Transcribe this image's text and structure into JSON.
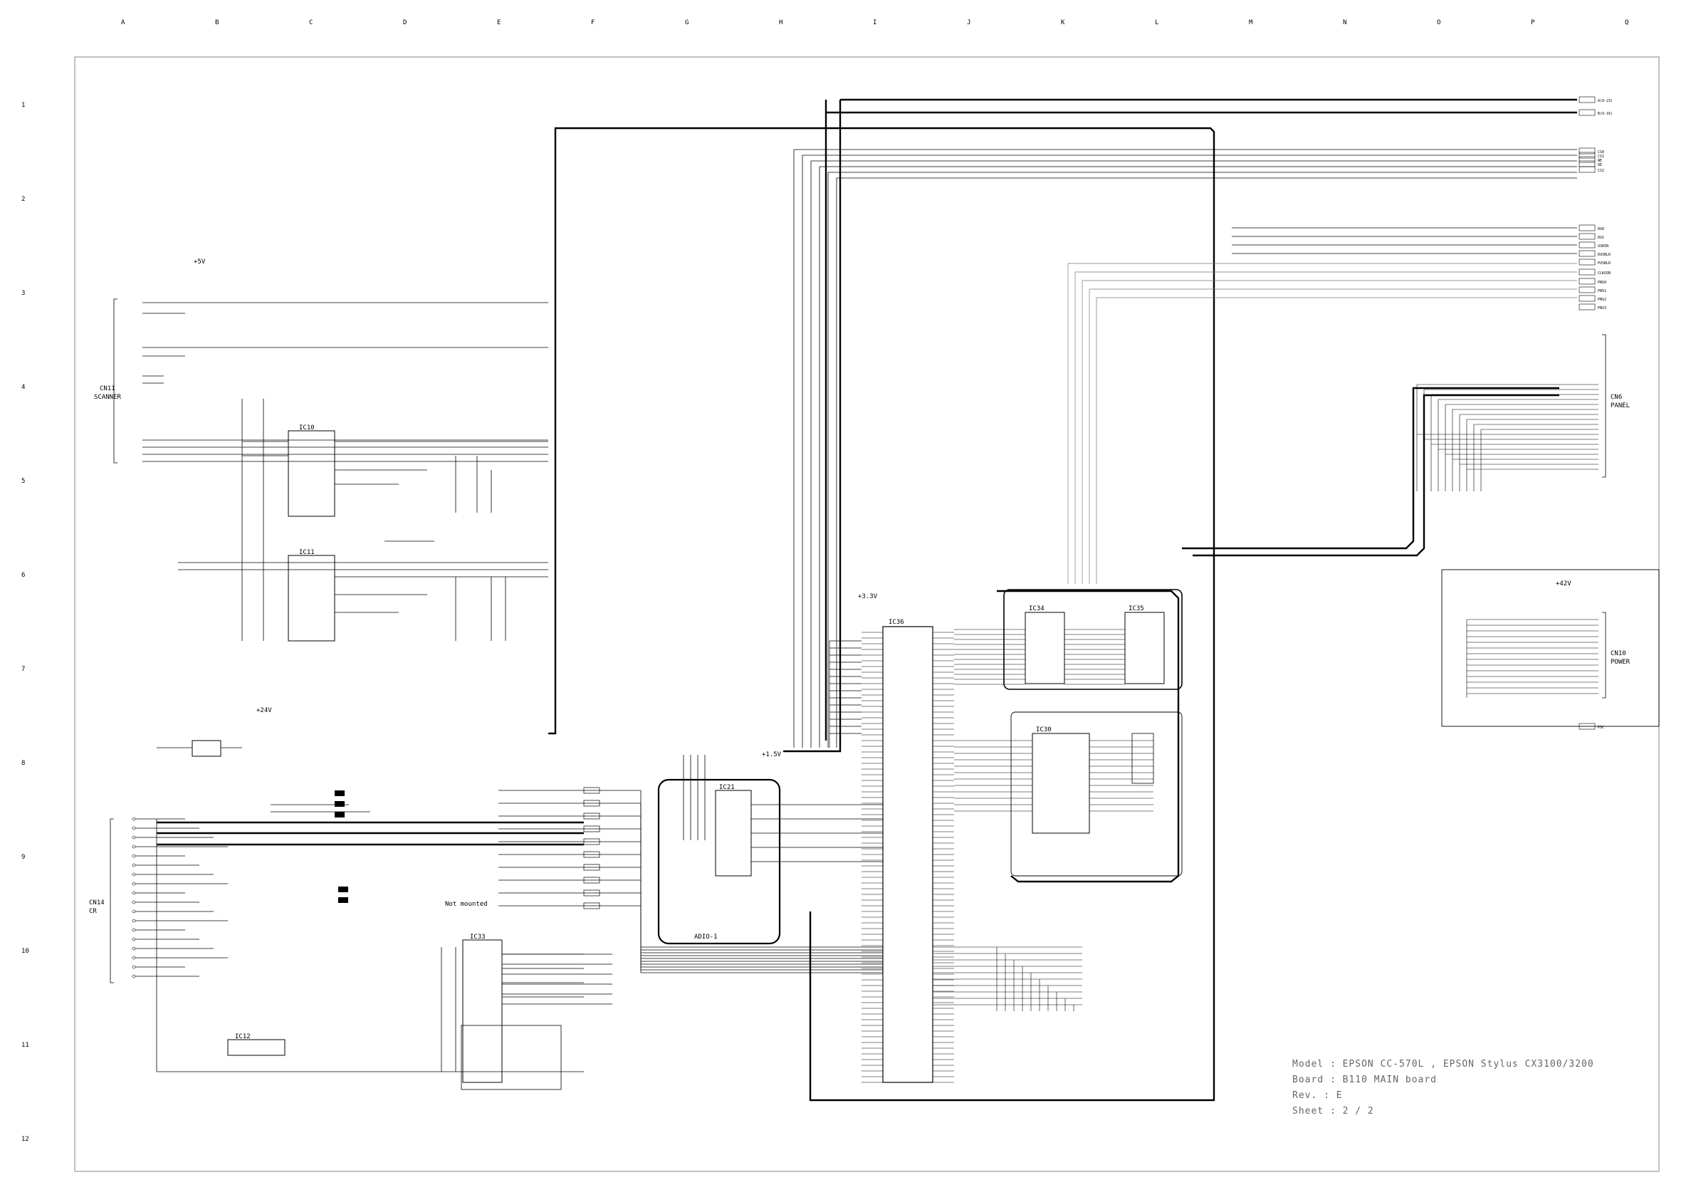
{
  "grid": {
    "columns": [
      "A",
      "B",
      "C",
      "D",
      "E",
      "F",
      "G",
      "H",
      "I",
      "J",
      "K",
      "L",
      "M",
      "N",
      "O",
      "P",
      "Q"
    ],
    "rows": [
      "1",
      "2",
      "3",
      "4",
      "5",
      "6",
      "7",
      "8",
      "9",
      "10",
      "11",
      "12"
    ]
  },
  "title_block": {
    "model": "Model : EPSON CC-570L , EPSON Stylus CX3100/3200",
    "board": "Board : B110 MAIN board",
    "rev": "Rev. : E",
    "sheet": "Sheet : 2 / 2"
  },
  "connectors": {
    "cn11": {
      "ref": "CN11",
      "name": "SCANNER"
    },
    "cn14": {
      "ref": "CN14",
      "name": "CR"
    },
    "cn6": {
      "ref": "CN6",
      "name": "PANEL"
    },
    "cn10": {
      "ref": "CN10",
      "name": "POWER"
    }
  },
  "power_labels": [
    "+5V",
    "+24V",
    "+42V",
    "+3.3V",
    "+1.5V"
  ],
  "components": {
    "ic10": "IC10",
    "ic11": "IC11",
    "ic12": "IC12",
    "ic21": "IC21",
    "ic30": "IC30",
    "ic33": "IC33",
    "ic34": "IC34",
    "ic35": "IC35",
    "ic36": "IC36"
  },
  "notes": {
    "not_mounted": "Not mounted",
    "adio": "ADIO-1"
  },
  "offpage_right": [
    "A(9-23)",
    "B(9-16)",
    "CS0",
    "CS1",
    "WE",
    "OE",
    "CS2",
    "DU0",
    "DU1",
    "USBIN",
    "DUSBLR",
    "PUSBLR",
    "CLKUSB",
    "PNS0",
    "PNS1",
    "PNS2",
    "PNS3",
    "PSC"
  ]
}
